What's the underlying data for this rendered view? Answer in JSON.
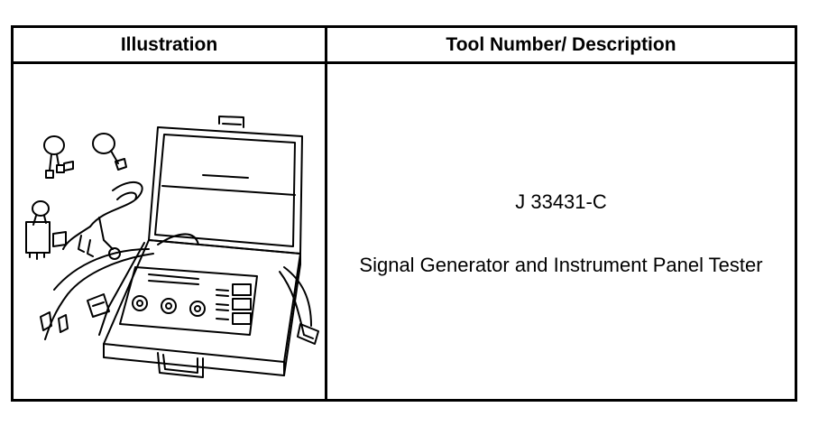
{
  "table": {
    "headers": {
      "illustration": "Illustration",
      "description": "Tool Number/ Description"
    },
    "rows": [
      {
        "illustration_icon": "signal-generator-case-icon",
        "tool_number": "J 33431-C",
        "description": "Signal Generator and Instrument Panel Tester"
      }
    ]
  },
  "colors": {
    "border": "#000000",
    "background": "#ffffff"
  }
}
